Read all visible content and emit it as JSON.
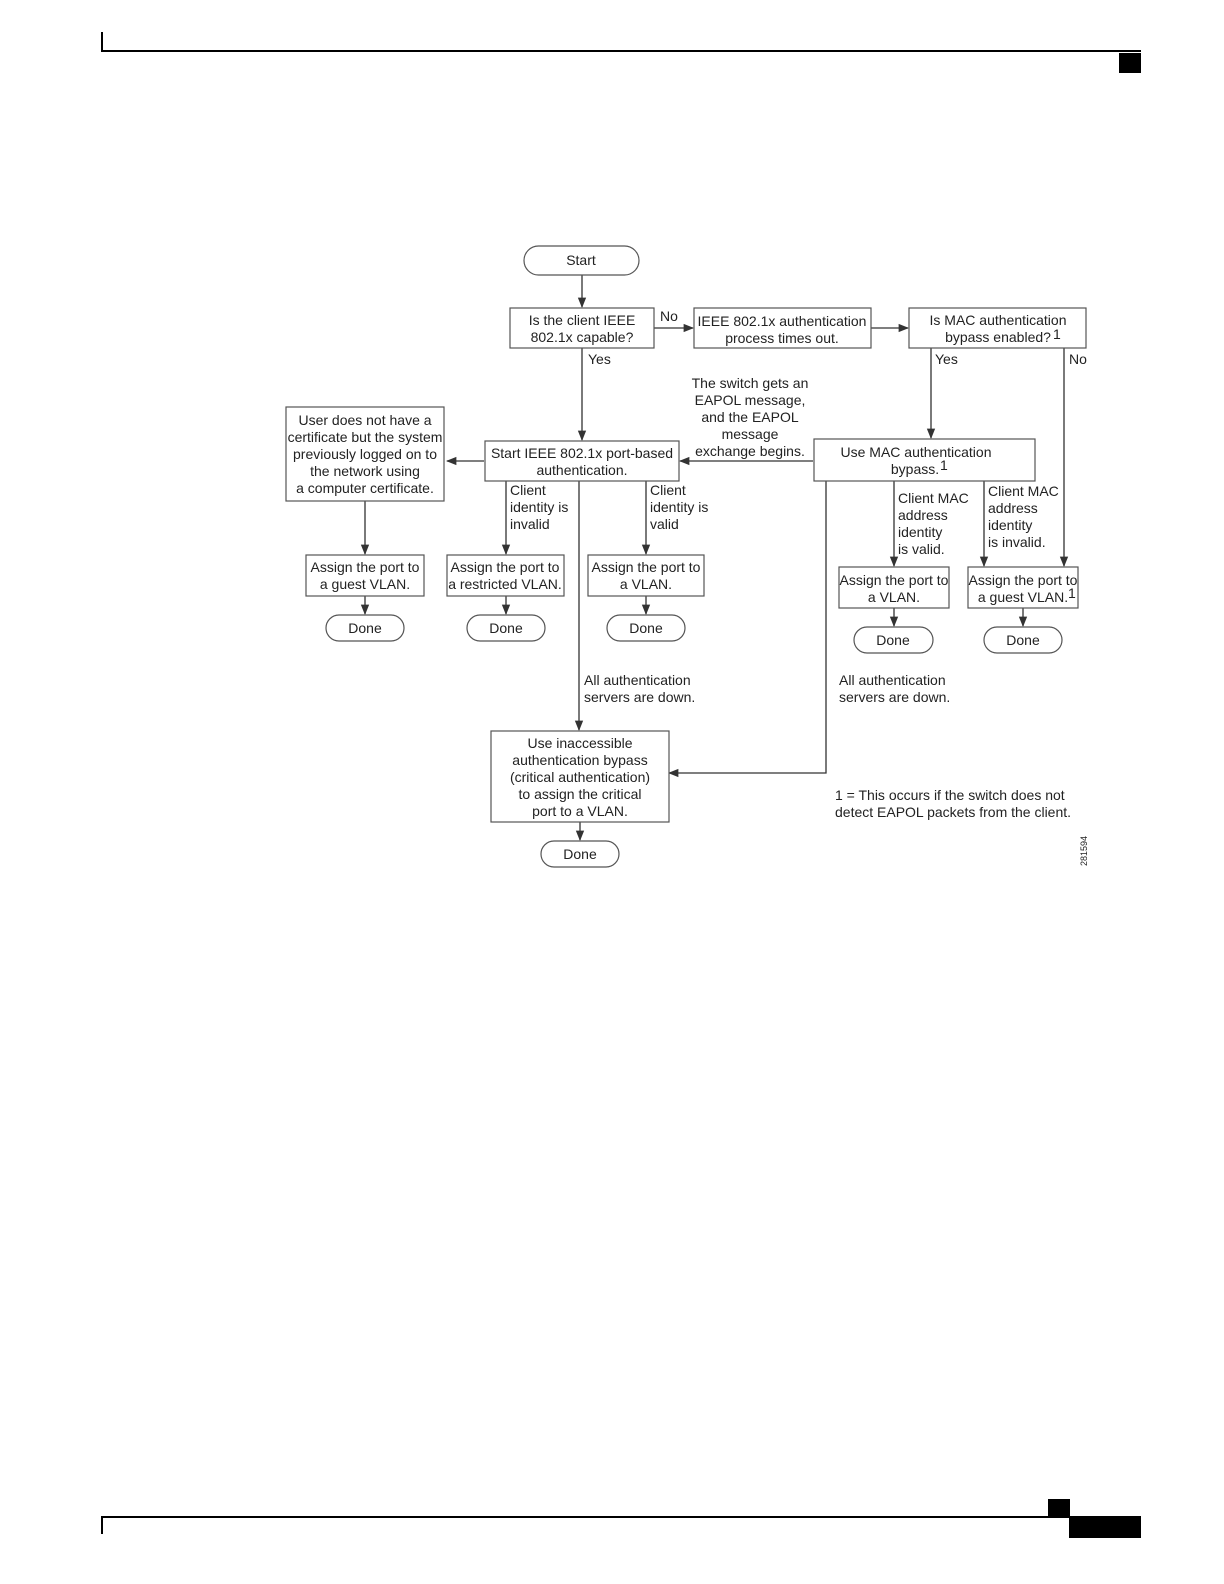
{
  "header": {},
  "footer": {},
  "flowchart": {
    "start": "Start",
    "q_capable": [
      "Is the client IEEE",
      "802.1x capable?"
    ],
    "label_no_1": "No",
    "label_yes_1": "Yes",
    "timeout": [
      "IEEE 802.1x authentication",
      "process times out."
    ],
    "q_mab": [
      "Is MAC authentication",
      "bypass enabled?"
    ],
    "footnote_sup": "1",
    "label_yes_2": "Yes",
    "label_no_2": "No",
    "eapol_note": [
      "The switch gets an",
      "EAPOL message,",
      "and the EAPOL",
      "message",
      "exchange begins."
    ],
    "start_portbased": [
      "Start IEEE 802.1x port-based",
      "authentication."
    ],
    "use_mab": [
      "Use MAC authentication",
      "bypass."
    ],
    "cert_note": [
      "User does not have a",
      "certificate but the system",
      "previously logged on to",
      "the network using",
      "a computer certificate."
    ],
    "client_invalid": [
      "Client",
      "identity is",
      "invalid"
    ],
    "client_valid": [
      "Client",
      "identity is",
      "valid"
    ],
    "mac_valid": [
      "Client MAC",
      "address",
      "identity",
      "is valid."
    ],
    "mac_invalid": [
      "Client MAC",
      "address",
      "identity",
      "is invalid."
    ],
    "assign_guest_1": [
      "Assign the port to",
      "a guest VLAN."
    ],
    "assign_restricted": [
      "Assign the port to",
      "a restricted VLAN."
    ],
    "assign_vlan_1": [
      "Assign the port to",
      "a VLAN."
    ],
    "assign_vlan_2": [
      "Assign the port to",
      "a VLAN."
    ],
    "assign_guest_2": [
      "Assign the port to",
      "a guest VLAN."
    ],
    "done": "Done",
    "servers_down_1": [
      "All authentication",
      "servers are down."
    ],
    "servers_down_2": [
      "All authentication",
      "servers are down."
    ],
    "inaccessible": [
      "Use inaccessible",
      "authentication bypass",
      "(critical authentication)",
      "to assign the critical",
      "port to a VLAN."
    ],
    "footnote": [
      "1 = This occurs if the switch does not",
      "detect EAPOL packets from the client."
    ],
    "figure_id": "281594"
  }
}
